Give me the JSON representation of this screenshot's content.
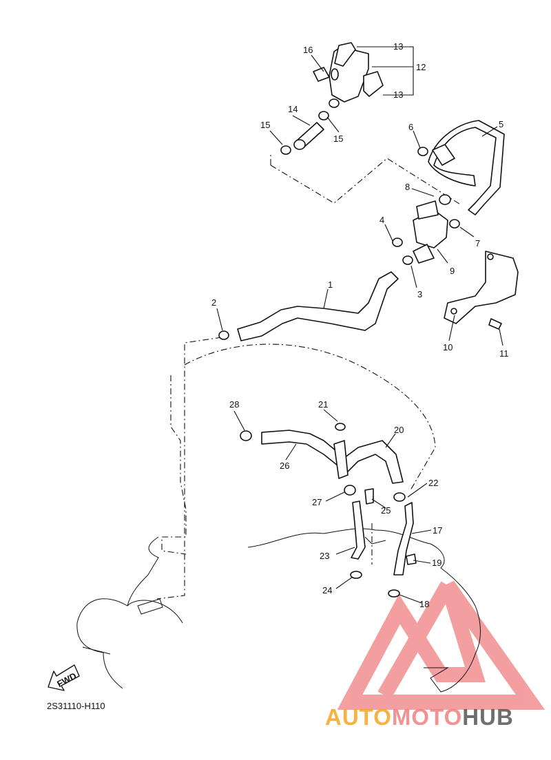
{
  "diagram": {
    "callouts": [
      "1",
      "2",
      "3",
      "4",
      "5",
      "6",
      "7",
      "8",
      "9",
      "10",
      "11",
      "12",
      "13",
      "14",
      "15",
      "16",
      "17",
      "18",
      "19",
      "20",
      "21",
      "22",
      "23",
      "24",
      "25",
      "26",
      "27",
      "28"
    ],
    "fwd_label": "FWD",
    "drawing_code": "2S31110-H110"
  },
  "watermark": {
    "part1": "AUTO",
    "part2": "MOTO",
    "part3": "HUB",
    "colors": {
      "orange": "#f5a623",
      "red": "#f08080",
      "gray": "#555555"
    }
  }
}
